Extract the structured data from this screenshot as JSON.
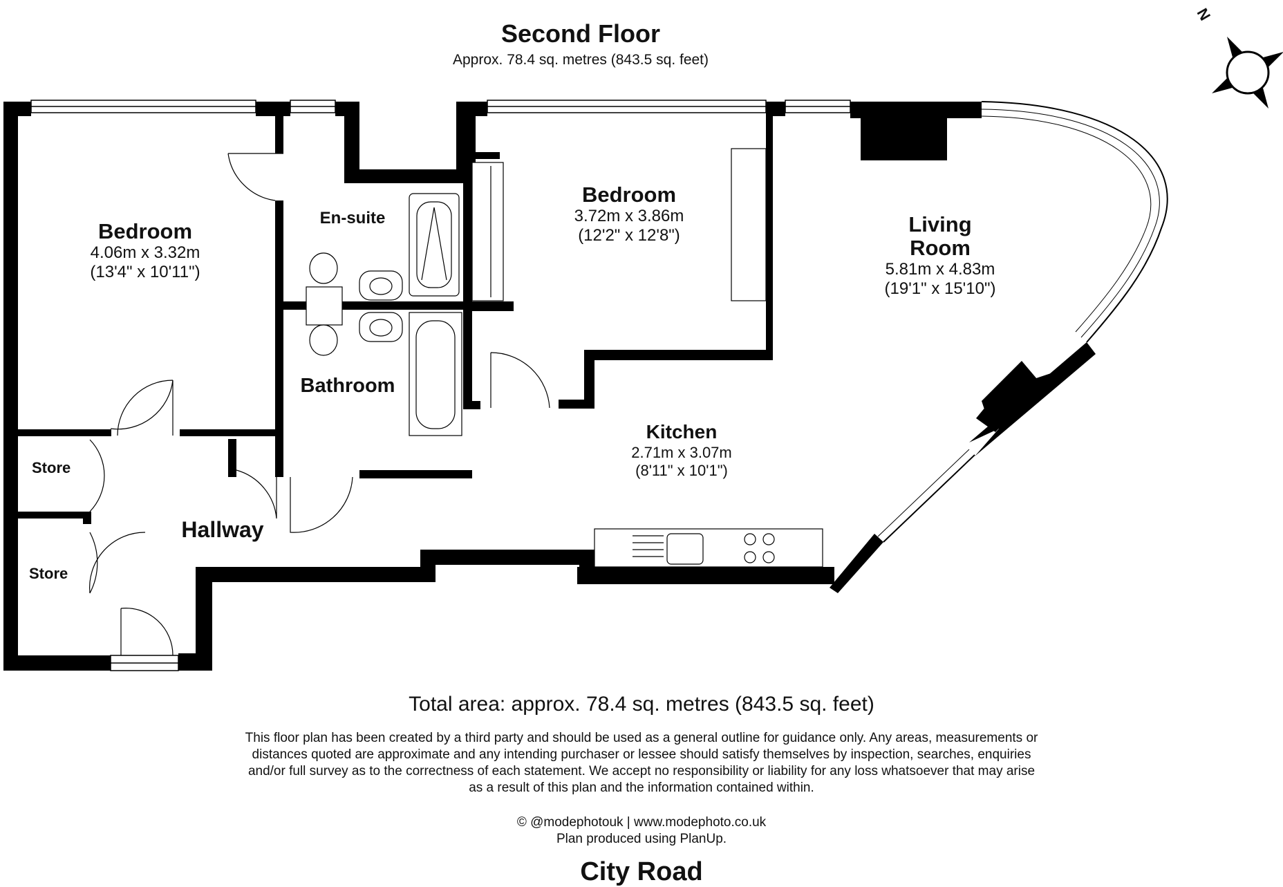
{
  "header": {
    "floor_title": "Second Floor",
    "floor_area": "Approx. 78.4 sq. metres (843.5 sq. feet)"
  },
  "compass": {
    "label": "N",
    "icon": "north-arrow-icon"
  },
  "rooms": {
    "bedroom_left": {
      "name": "Bedroom",
      "metric": "4.06m x 3.32m",
      "imperial": "(13'4\" x 10'11\")"
    },
    "bedroom_right": {
      "name": "Bedroom",
      "metric": "3.72m x 3.86m",
      "imperial": "(12'2\" x 12'8\")"
    },
    "living_room": {
      "name_line1": "Living",
      "name_line2": "Room",
      "metric": "5.81m x 4.83m",
      "imperial": "(19'1\" x 15'10\")"
    },
    "kitchen": {
      "name": "Kitchen",
      "metric": "2.71m x 3.07m",
      "imperial": "(8'11\" x 10'1\")"
    },
    "ensuite": {
      "name": "En-suite"
    },
    "bathroom": {
      "name": "Bathroom"
    },
    "hallway": {
      "name": "Hallway"
    },
    "store_upper": {
      "name": "Store"
    },
    "store_lower": {
      "name": "Store"
    }
  },
  "footer": {
    "total_area": "Total area: approx. 78.4 sq. metres (843.5 sq. feet)",
    "disclaimer_lines": [
      "This floor plan has been created by a third party and should be used as a general outline for guidance only. Any areas, measurements or",
      "distances quoted are approximate and any intending purchaser or lessee should satisfy themselves by inspection, searches, enquiries",
      "and/or full survey as to the correctness of each statement. We accept no responsibility or liability for any loss whatsoever that may arise",
      "as a result of this plan and the information contained within."
    ],
    "credit_line1": "© @modephotouk | www.modephoto.co.uk",
    "credit_line2": "Plan produced using PlanUp.",
    "street": "City Road"
  },
  "colors": {
    "wall": "#000000",
    "window": "#ffffff",
    "background": "#ffffff"
  }
}
